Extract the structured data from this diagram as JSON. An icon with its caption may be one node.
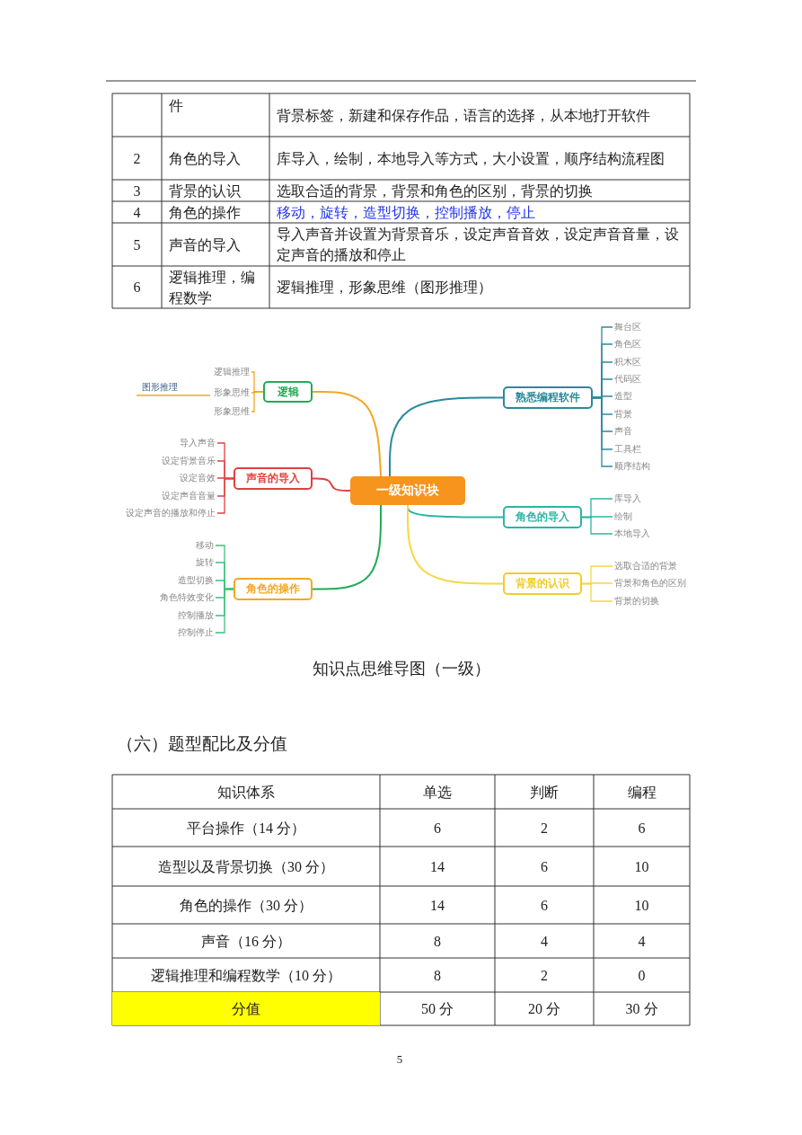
{
  "diagram": {
    "caption": "知识点思维导图（一级）",
    "nodes": [
      {
        "text": [
          "一级知识块"
        ]
      },
      {
        "text": [
          "熟悉编程软件"
        ]
      },
      {
        "text": [
          "舞台区"
        ]
      },
      {
        "text": [
          "角色区"
        ]
      },
      {
        "text": [
          "积木区"
        ]
      },
      {
        "text": [
          "代码区"
        ]
      },
      {
        "text": [
          "造型"
        ]
      },
      {
        "text": [
          "背景"
        ]
      },
      {
        "text": [
          "声音"
        ]
      },
      {
        "text": [
          "工具栏"
        ]
      },
      {
        "text": [
          "顺序结构"
        ]
      },
      {
        "text": [
          "角色的导入"
        ]
      },
      {
        "text": [
          "库导入"
        ]
      },
      {
        "text": [
          "绘制"
        ]
      },
      {
        "text": [
          "本地导入"
        ]
      },
      {
        "text": [
          "背景的认识"
        ]
      },
      {
        "text": [
          "选取合适的背景"
        ]
      },
      {
        "text": [
          "背景和角色的区别"
        ]
      },
      {
        "text": [
          "背景的切换"
        ]
      },
      {
        "text": [
          "逻辑"
        ]
      },
      {
        "text": [
          "逻辑推理"
        ]
      },
      {
        "text": [
          "形象思维"
        ]
      },
      {
        "text": [
          "形象思维"
        ]
      },
      {
        "text": [
          "图形推理"
        ]
      },
      {
        "text": [
          "声音的导入"
        ]
      },
      {
        "text": [
          "导入声音"
        ]
      },
      {
        "text": [
          "设定背景音乐"
        ]
      },
      {
        "text": [
          "设定音效"
        ]
      },
      {
        "text": [
          "设定声音音量"
        ]
      },
      {
        "text": [
          "设定声音的播放和停止"
        ]
      },
      {
        "text": [
          "角色的操作"
        ]
      },
      {
        "text": [
          "移动"
        ]
      },
      {
        "text": [
          "旋转"
        ]
      },
      {
        "text": [
          "造型切换"
        ]
      },
      {
        "text": [
          "角色特效变化"
        ]
      },
      {
        "text": [
          "控制播放"
        ]
      },
      {
        "text": [
          "控制停止"
        ]
      }
    ],
    "edges": [
      {
        "from": 0,
        "to": 1,
        "arrow": "none",
        "color": "#2a8a9a"
      },
      {
        "from": 1,
        "to": 2,
        "arrow": "none",
        "color": "#2a8a9a"
      },
      {
        "from": 1,
        "to": 3,
        "arrow": "none",
        "color": "#2a8a9a"
      },
      {
        "from": 1,
        "to": 4,
        "arrow": "none",
        "color": "#2a8a9a"
      },
      {
        "from": 1,
        "to": 5,
        "arrow": "none",
        "color": "#2a8a9a"
      },
      {
        "from": 1,
        "to": 6,
        "arrow": "none",
        "color": "#2a8a9a"
      },
      {
        "from": 1,
        "to": 7,
        "arrow": "none",
        "color": "#2a8a9a"
      },
      {
        "from": 1,
        "to": 8,
        "arrow": "none",
        "color": "#2a8a9a"
      },
      {
        "from": 1,
        "to": 9,
        "arrow": "none",
        "color": "#2a8a9a"
      },
      {
        "from": 1,
        "to": 10,
        "arrow": "none",
        "color": "#2a8a9a"
      },
      {
        "from": 0,
        "to": 11,
        "arrow": "none",
        "color": "#2bb5a5"
      },
      {
        "from": 11,
        "to": 12,
        "arrow": "none",
        "color": "#2bb5a5"
      },
      {
        "from": 11,
        "to": 13,
        "arrow": "none",
        "color": "#2bb5a5"
      },
      {
        "from": 11,
        "to": 14,
        "arrow": "none",
        "color": "#2bb5a5"
      },
      {
        "from": 0,
        "to": 15,
        "arrow": "none",
        "color": "#f5d842"
      },
      {
        "from": 15,
        "to": 16,
        "arrow": "none",
        "color": "#f5d842"
      },
      {
        "from": 15,
        "to": 17,
        "arrow": "none",
        "color": "#f5d842"
      },
      {
        "from": 15,
        "to": 18,
        "arrow": "none",
        "color": "#f5d842"
      },
      {
        "from": 0,
        "to": 19,
        "arrow": "none",
        "color": "#f5a623"
      },
      {
        "from": 19,
        "to": 20,
        "arrow": "none",
        "color": "#f5a623"
      },
      {
        "from": 19,
        "to": 21,
        "arrow": "none",
        "color": "#f5a623"
      },
      {
        "from": 19,
        "to": 22,
        "arrow": "none",
        "color": "#f5a623"
      },
      {
        "from": 21,
        "to": 23,
        "arrow": "none",
        "color": "#f5a623"
      },
      {
        "from": 0,
        "to": 24,
        "arrow": "none",
        "color": "#e04040"
      },
      {
        "from": 24,
        "to": 25,
        "arrow": "none",
        "color": "#e04040"
      },
      {
        "from": 24,
        "to": 26,
        "arrow": "none",
        "color": "#e04040"
      },
      {
        "from": 24,
        "to": 27,
        "arrow": "none",
        "color": "#e04040"
      },
      {
        "from": 24,
        "to": 28,
        "arrow": "none",
        "color": "#e04040"
      },
      {
        "from": 24,
        "to": 29,
        "arrow": "none",
        "color": "#e04040"
      },
      {
        "from": 0,
        "to": 30,
        "arrow": "none",
        "color": "#22aa55"
      },
      {
        "from": 30,
        "to": 31,
        "arrow": "none",
        "color": "#3cc07a"
      },
      {
        "from": 30,
        "to": 32,
        "arrow": "none",
        "color": "#3cc07a"
      },
      {
        "from": 30,
        "to": 33,
        "arrow": "none",
        "color": "#3cc07a"
      },
      {
        "from": 30,
        "to": 34,
        "arrow": "none",
        "color": "#3cc07a"
      },
      {
        "from": 30,
        "to": 35,
        "arrow": "none",
        "color": "#3cc07a"
      },
      {
        "from": 30,
        "to": 36,
        "arrow": "none",
        "color": "#3cc07a"
      }
    ],
    "labels": [
      "件",
      "背景标签，新建和保存作品，语言的选择，从本地打开软件",
      "2",
      "角色的导入",
      "库导入，绘制，本地导入等方式，大小设置，顺序结构流程图",
      "3",
      "背景的认识",
      "选取合适的背景，背景和角色的区别，背景的切换",
      "4",
      "角色的操作",
      "移动，旋转，造型切换，控制播放，停止",
      "5",
      "声音的导入",
      "导入声音并设置为背景音乐，设定声音音效，设定声音音量，设定声音的播放和停止",
      "6",
      "逻辑推理，编程数学",
      "逻辑推理，形象思维（图形推理）",
      "（六）题型配比及分值",
      "知识体系",
      "单选",
      "判断",
      "编程",
      "平台操作（14 分）",
      "6",
      "2",
      "6",
      "造型以及背景切换（30 分）",
      "14",
      "6",
      "10",
      "角色的操作（30 分）",
      "14",
      "6",
      "10",
      "声音（16 分）",
      "8",
      "4",
      "4",
      "逻辑推理和编程数学（10 分）",
      "8",
      "2",
      "0",
      "分值",
      "50 分",
      "20 分",
      "30 分",
      "5"
    ]
  }
}
